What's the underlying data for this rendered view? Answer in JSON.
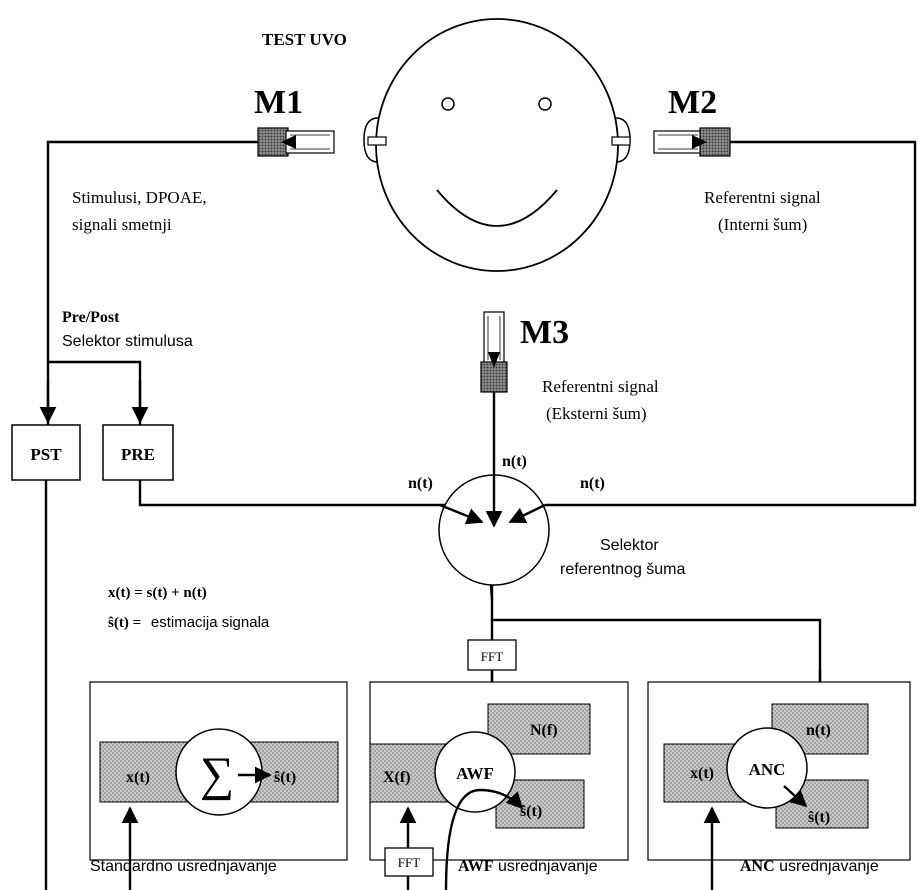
{
  "title": "TEST UVO",
  "mics": {
    "m1": "M1",
    "m2": "M2",
    "m3": "M3"
  },
  "notes": {
    "m1_line1": "Stimulusi, DPOAE,",
    "m1_line2": "signali smetnji",
    "m2_line1": "Referentni signal",
    "m2_line2": "(Interni šum)",
    "m3_line1": "Referentni signal",
    "m3_line2": "(Eksterni šum)"
  },
  "selector_stimulus": {
    "pre_post_a": "Pre",
    "pre_post_b": "/Post",
    "label": "Selektor stimulusa"
  },
  "boxes": {
    "pst": "PST",
    "pre": "PRE",
    "fft_top": "FFT",
    "fft_bottom": "FFT"
  },
  "noise_labels": {
    "left": "n(t)",
    "top": "n(t)",
    "right": "n(t)"
  },
  "noise_selector": {
    "line1": "Selektor",
    "line2": "referentnog šuma"
  },
  "equations": {
    "eq1": "x(t) = s(t) + n(t)",
    "eq2_sym": "ŝ(t) =",
    "eq2_text": "estimacija signala"
  },
  "panels": {
    "standard": {
      "input": "x(t)",
      "symbol": "∑",
      "output": "ŝ(t)",
      "caption": "Standardno usrednjavanje"
    },
    "awf": {
      "input": "X(f)",
      "center": "AWF",
      "noise": "N(f)",
      "output": "ŝ(t)",
      "caption_bold": "AWF",
      "caption": " usrednjavanje"
    },
    "anc": {
      "input": "x(t)",
      "center": "ANC",
      "noise": "n(t)",
      "output": "ŝ(t)",
      "caption_bold": "ANC",
      "caption": " usrednjavanje"
    }
  }
}
